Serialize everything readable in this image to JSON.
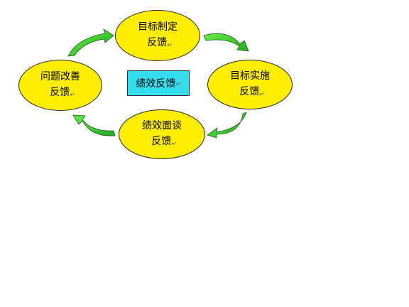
{
  "diagram": {
    "center": {
      "label": "绩效反馈"
    },
    "nodes": [
      {
        "id": "goal-setting",
        "line1": "目标制定",
        "line2": "反馈"
      },
      {
        "id": "goal-implementation",
        "line1": "目标实施",
        "line2": "反馈"
      },
      {
        "id": "performance-interview",
        "line1": "绩效面谈",
        "line2": "反馈"
      },
      {
        "id": "problem-improvement",
        "line1": "问题改善",
        "line2": "反馈"
      }
    ],
    "paragraph_mark": "↵",
    "colors": {
      "node_fill": "#ffee00",
      "center_fill": "#33ddee",
      "arrow_fill": "#33cc33"
    }
  }
}
